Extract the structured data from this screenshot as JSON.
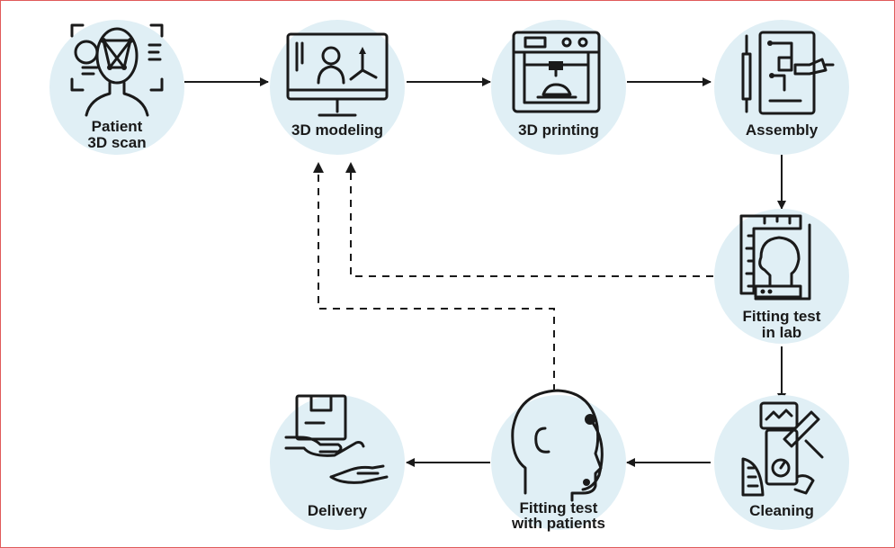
{
  "steps": {
    "patient_scan": {
      "line1": "Patient",
      "line2": "3D scan",
      "icon": "face-scan-icon"
    },
    "modeling": {
      "line1": "3D modeling",
      "icon": "computer-modeling-icon"
    },
    "printing": {
      "line1": "3D printing",
      "icon": "3d-printer-icon"
    },
    "assembly": {
      "line1": "Assembly",
      "icon": "circuit-board-icon"
    },
    "fitting_lab": {
      "line1": "Fitting test",
      "line2": "in lab",
      "icon": "head-measure-icon"
    },
    "cleaning": {
      "line1": "Cleaning",
      "icon": "cleaning-robot-icon"
    },
    "fitting_patients": {
      "line1": "Fitting test",
      "line2": "with patients",
      "icon": "head-device-icon"
    },
    "delivery": {
      "line1": "Delivery",
      "icon": "package-hand-icon"
    }
  },
  "colors": {
    "circle": "#e0eff5",
    "ink": "#1a1a1a",
    "border": "#e05a5a"
  }
}
